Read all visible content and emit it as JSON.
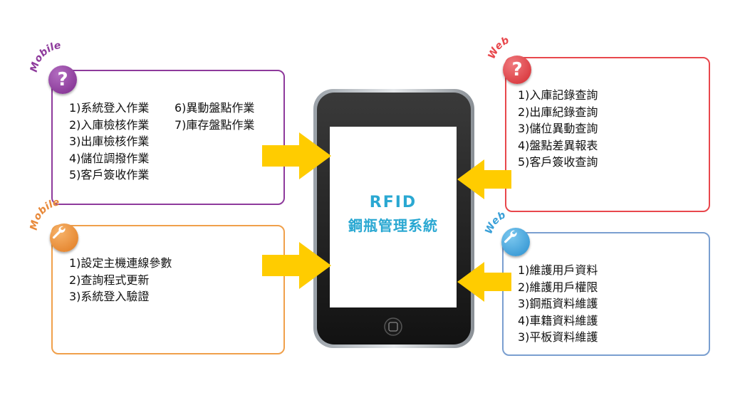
{
  "center": {
    "line1": "RFID",
    "line2": "鋼瓶管理系統"
  },
  "panels": {
    "mobile_query": {
      "label": "Mobile",
      "icon": "question-icon",
      "color": "#8e3a9c",
      "items_col1": [
        "1)系統登入作業",
        "2)入庫檢核作業",
        "3)出庫檢核作業",
        "4)儲位調撥作業",
        "5)客戶簽收作業"
      ],
      "items_col2": [
        "6)異動盤點作業",
        "7)庫存盤點作業"
      ]
    },
    "mobile_tools": {
      "label": "Mobile",
      "icon": "wrench-icon",
      "color": "#f0a04b",
      "items": [
        "1)設定主機連線參數",
        "2)查詢程式更新",
        "3)系統登入驗證"
      ]
    },
    "web_query": {
      "label": "Web",
      "icon": "question-icon",
      "color": "#e8474c",
      "items": [
        "1)入庫記錄查詢",
        "2)出庫紀錄查詢",
        "3)儲位異動查詢",
        "4)盤點差異報表",
        "5)客戶簽收查詢"
      ]
    },
    "web_tools": {
      "label": "Web",
      "icon": "wrench-icon",
      "color": "#7a9fd0",
      "items": [
        "1)維護用戶資料",
        "2)維護用戶權限",
        "3)鋼瓶資料維護",
        "4)車籍資料維護",
        "3)平板資料維護"
      ]
    }
  },
  "colors": {
    "arrow": "#ffcc00",
    "screen_text": "#2aa8d2",
    "phone_body": "#2b2b2b"
  }
}
